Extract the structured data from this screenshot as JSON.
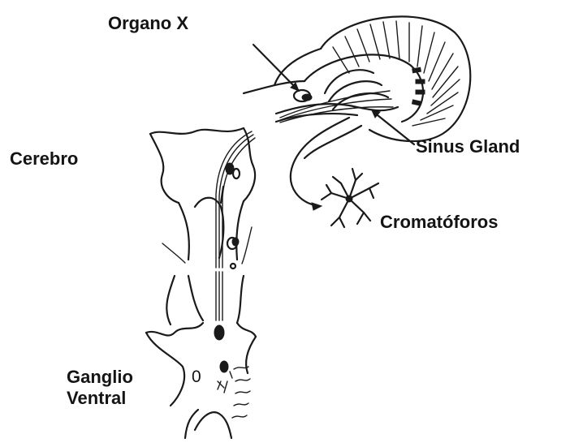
{
  "labels": {
    "organo_x": "Organo X",
    "cerebro": "Cerebro",
    "sinus_gland": "Sinus Gland",
    "cromatoforos": "Cromatóforos",
    "ganglio": "Ganglio",
    "ventral": "Ventral",
    "ganglion_mark": "0"
  },
  "colors": {
    "ink": "#1a1a1a",
    "background": "#ffffff"
  }
}
